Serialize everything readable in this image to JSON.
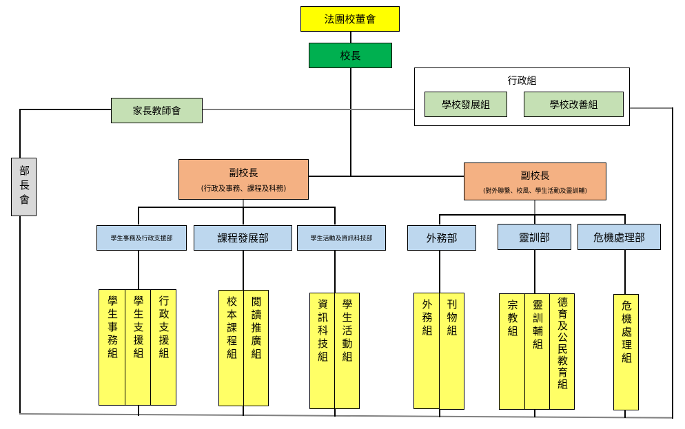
{
  "title_node": "法團校董會",
  "principal": "校長",
  "admin_group": {
    "title": "行政組",
    "units": [
      "學校發展組",
      "學校改善組"
    ]
  },
  "pta": "家長教師會",
  "heads_meeting": "部長會",
  "vice_principals": [
    {
      "title": "副校長",
      "scope": "(行政及事務、課程及科務)"
    },
    {
      "title": "副校長",
      "scope": "(對外聯繫、校風、學生活動及靈訓輔)"
    }
  ],
  "departments": [
    {
      "name": "學生事務及行政支援部",
      "teams": [
        "學生事務組",
        "學生支援組",
        "行政支援組"
      ]
    },
    {
      "name": "課程發展部",
      "teams": [
        "校本課程組",
        "閱讀推廣組"
      ]
    },
    {
      "name": "學生活動及資訊科技部",
      "teams": [
        "資訊科技組",
        "學生活動組"
      ]
    },
    {
      "name": "外務部",
      "teams": [
        "外務組",
        "刊物組"
      ]
    },
    {
      "name": "靈訓部",
      "teams": [
        "宗教組",
        "靈訓輔組",
        "德育及公民教育組"
      ]
    },
    {
      "name": "危機處理部",
      "teams": [
        "危機處理組"
      ]
    }
  ],
  "colors": {
    "board": "#ffff00",
    "principal": "#00b050",
    "admin_units": "#c5e0b4",
    "vice_principal": "#f4b183",
    "department": "#bdd7ee",
    "team": "#ffff66",
    "heads_meeting": "#d9d9d9"
  }
}
